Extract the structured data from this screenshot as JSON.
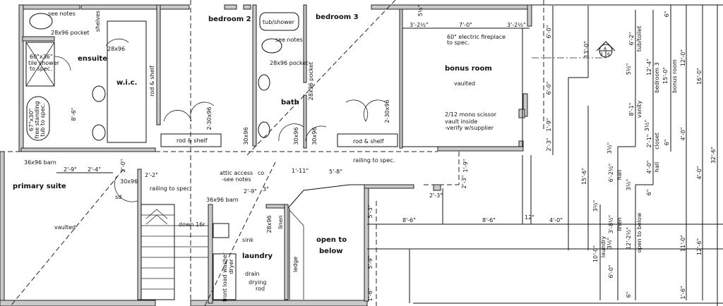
{
  "rooms": {
    "ensuite": "ensuite",
    "wic": "w.i.c.",
    "bedroom2": "bedroom 2",
    "bedroom3": "bedroom 3",
    "bath": "bath",
    "bonus_room": "bonus room",
    "primary_suite": "primary suite",
    "laundry": "laundry",
    "open_to": "open to",
    "below": "below"
  },
  "notes": {
    "see_notes_1": "see notes",
    "pocket_1": "28x96 pocket",
    "shelves": "shelves",
    "door_28x96": "28x96",
    "shower_1": "60\"x36\"",
    "shower_2": "tile shower",
    "shower_3": "to spec.",
    "rod_shelf_wic": "rod & shelf",
    "tub_1": "67\"x30\"",
    "tub_2": "free standing",
    "tub_3": "tub to spec.",
    "closet_2_doors": "2-30x96",
    "rod_shelf_2": "rod & shelf",
    "tub_shower": "tub/shower",
    "see_notes_2": "see notes",
    "pocket_2": "28x96 pocket",
    "pocket_3": "28x96 pocket",
    "door_bath_1": "30x96",
    "door_bath_2": "30x96",
    "door_bath_3": "30x96",
    "closet_3_doors": "2-30x96",
    "rod_shelf_3": "rod & shelf",
    "fireplace_1": "60\" electric fireplace",
    "fireplace_2": "to spec.",
    "vaulted_bonus": "vaulted",
    "scissor_1": "2/12 mono scissor",
    "scissor_2": "vault inside",
    "scissor_3": "-verify w/supplier",
    "railing_1": "railing to spec.",
    "barn_1": "36x96 barn",
    "door_primary": "30x96",
    "railing_2": "railing to spec.",
    "vaulted_primary": "vaulted",
    "stairs": "down 16r",
    "attic_1": "attic access",
    "attic_2": "-see notes",
    "co_sd": "co",
    "barn_2": "36x96 barn",
    "door_linen": "28x96",
    "linen": "linen",
    "sink": "sink",
    "washer": "front load washer",
    "dryer": "dryer",
    "drain": "drain",
    "drying_1": "drying",
    "drying_2": "rod",
    "ledge": "ledge",
    "sd": "sd"
  },
  "right_labels": {
    "tub_toilet": "tub/toilet",
    "vanity": "vanity",
    "bedroom3": "bedroom 3",
    "closet": "closet",
    "bonus_room": "bonus room",
    "hall_1": "hall",
    "hall_2": "hall",
    "linen": "linen",
    "open_to_below": "open to below",
    "laundry": "laundry"
  },
  "section_marker": {
    "letter": "A",
    "sheet_left": "3",
    "sheet_right": "6"
  },
  "dimensions": [
    "6'-0\"",
    "13'-0\"",
    "6'-0\"",
    "1'-9\"",
    "2'-3\"",
    "15'-6\"",
    "4'-0\"",
    "6'-2\"",
    "5½\"",
    "8'-1\"",
    "12'-4\"",
    "3½\"",
    "2'-1\"",
    "6\"",
    "15'-0\"",
    "12'-0\"",
    "16'-0\"",
    "6\"",
    "4'-0\"",
    "3½\"",
    "6'-2½\"",
    "4'-0\"",
    "3½\"",
    "4'-0\"",
    "32'-6\"",
    "3½\"",
    "3'-8½\"",
    "3½\"",
    "12'-2½\"",
    "6\"",
    "11'-0\"",
    "12'-6\"",
    "10'-0\"",
    "6'-0\"",
    "6\"",
    "1'-6\"",
    "8'-6\"",
    "8'-6\"",
    "12\"",
    "2'-3\"",
    "5'-3\"",
    "5'-9\"",
    "1'-6\"",
    "2'-3\"",
    "1'-9\"",
    "3'-2½\"",
    "7'-0\"",
    "3'-2½\"",
    "5½\"",
    "2'-9\"",
    "2'-4\"",
    "2'-0\"",
    "2'-2\"",
    "1'-11\"",
    "5'-8\"",
    "2'-9\"",
    "3\"",
    "8'-6\""
  ]
}
